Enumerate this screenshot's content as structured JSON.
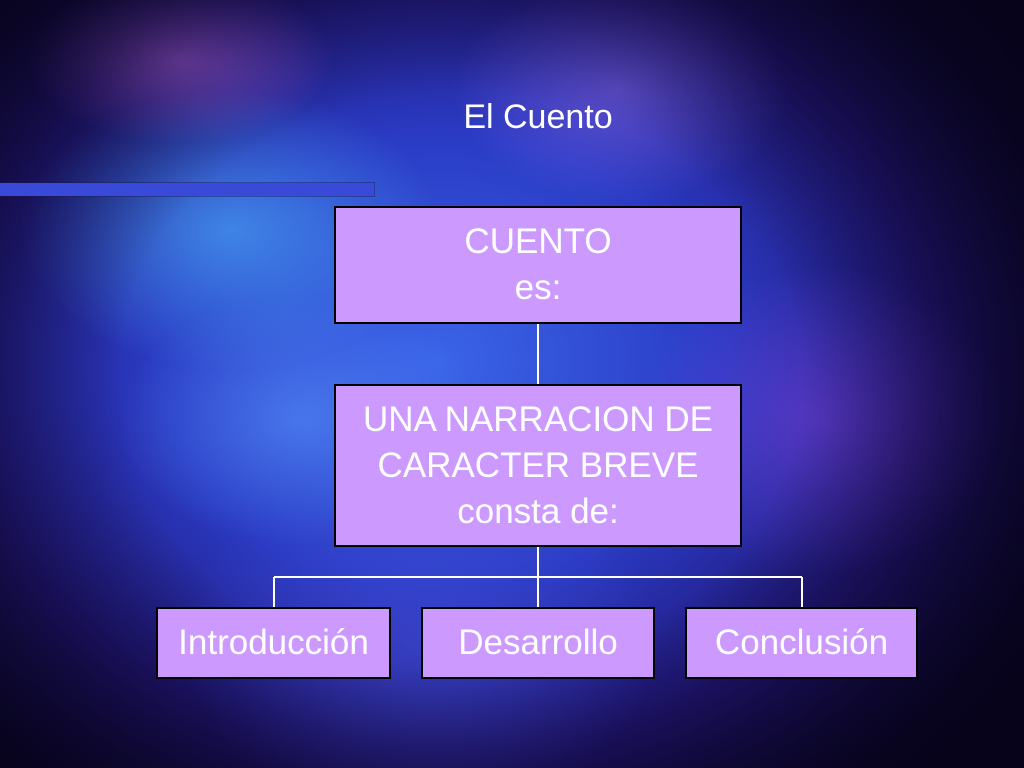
{
  "slide": {
    "title": "El Cuento"
  },
  "diagram": {
    "root": {
      "line1": "CUENTO",
      "line2": "es:"
    },
    "middle": {
      "line1": "UNA NARRACION DE",
      "line2": "CARACTER BREVE",
      "line3": "consta de:"
    },
    "children": [
      {
        "label": "Introducción"
      },
      {
        "label": "Desarrollo"
      },
      {
        "label": "Conclusión"
      }
    ]
  },
  "colors": {
    "box_fill": "#cc99ff",
    "box_border": "#000000",
    "connector": "#ffffff",
    "title_bar": "#3a4ad8"
  }
}
